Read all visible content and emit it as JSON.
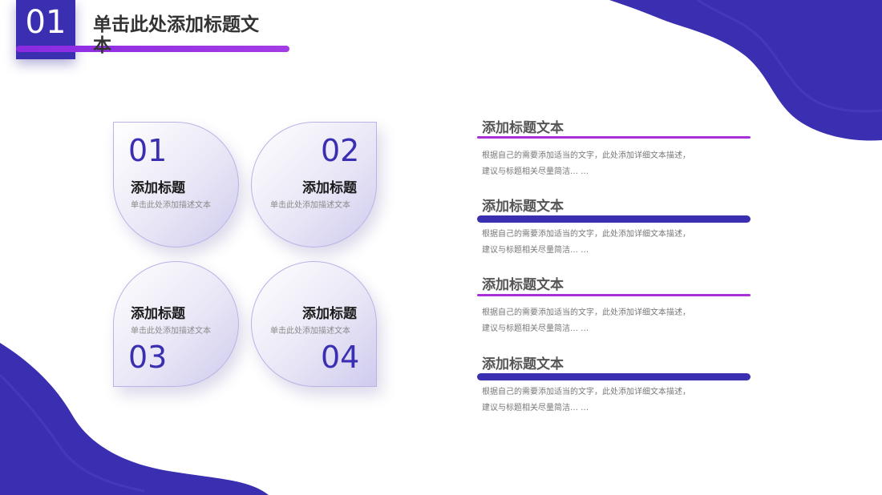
{
  "header": {
    "section_number": "01",
    "title": "单击此处添加标题文本"
  },
  "quadrants": [
    {
      "number": "01",
      "title": "添加标题",
      "desc": "单击此处添加描述文本"
    },
    {
      "number": "02",
      "title": "添加标题",
      "desc": "单击此处添加描述文本"
    },
    {
      "number": "03",
      "title": "添加标题",
      "desc": "单击此处添加描述文本"
    },
    {
      "number": "04",
      "title": "添加标题",
      "desc": "单击此处添加描述文本"
    }
  ],
  "items": [
    {
      "title": "添加标题文本",
      "desc_line1": "根据自己的需要添加适当的文字，此处添加详细文本描述，",
      "desc_line2": "建议与标题相关尽量简洁… …"
    },
    {
      "title": "添加标题文本",
      "desc_line1": "根据自己的需要添加适当的文字，此处添加详细文本描述，",
      "desc_line2": "建议与标题相关尽量简洁… …"
    },
    {
      "title": "添加标题文本",
      "desc_line1": "根据自己的需要添加适当的文字，此处添加详细文本描述，",
      "desc_line2": "建议与标题相关尽量简洁… …"
    },
    {
      "title": "添加标题文本",
      "desc_line1": "根据自己的需要添加适当的文字，此处添加详细文本描述，",
      "desc_line2": "建议与标题相关尽量简洁… …"
    }
  ],
  "colors": {
    "primary": "#3a2fb0",
    "accent": "#a92fd8"
  }
}
